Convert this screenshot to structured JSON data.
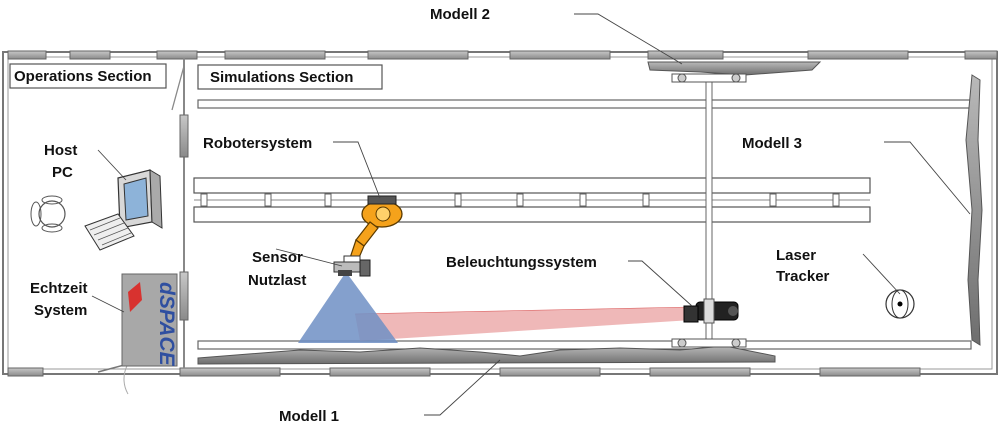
{
  "sections": {
    "operations": "Operations Section",
    "simulations": "Simulations Section"
  },
  "labels": {
    "modell1": "Modell 1",
    "modell2": "Modell 2",
    "modell3": "Modell 3",
    "robotersystem": "Robotersystem",
    "sensor_line1": "Sensor",
    "sensor_line2": "Nutzlast",
    "beleuchtung": "Beleuchtungssystem",
    "laser_line1": "Laser",
    "laser_line2": "Tracker",
    "host_line1": "Host",
    "host_line2": "PC",
    "echtzeit_line1": "Echtzeit",
    "echtzeit_line2": "System",
    "dspace_logo": "dSPACE"
  },
  "colors": {
    "wall": "#8a8a8a",
    "wall_dark": "#5a5a5a",
    "robot": "#f5a21b",
    "sensor_beam": "#6f8fc4",
    "light_beam": "#e89a9a",
    "dspace_bg": "#a8a8a8",
    "dspace_red": "#d8322f",
    "dspace_blue": "#2f4fa0"
  }
}
